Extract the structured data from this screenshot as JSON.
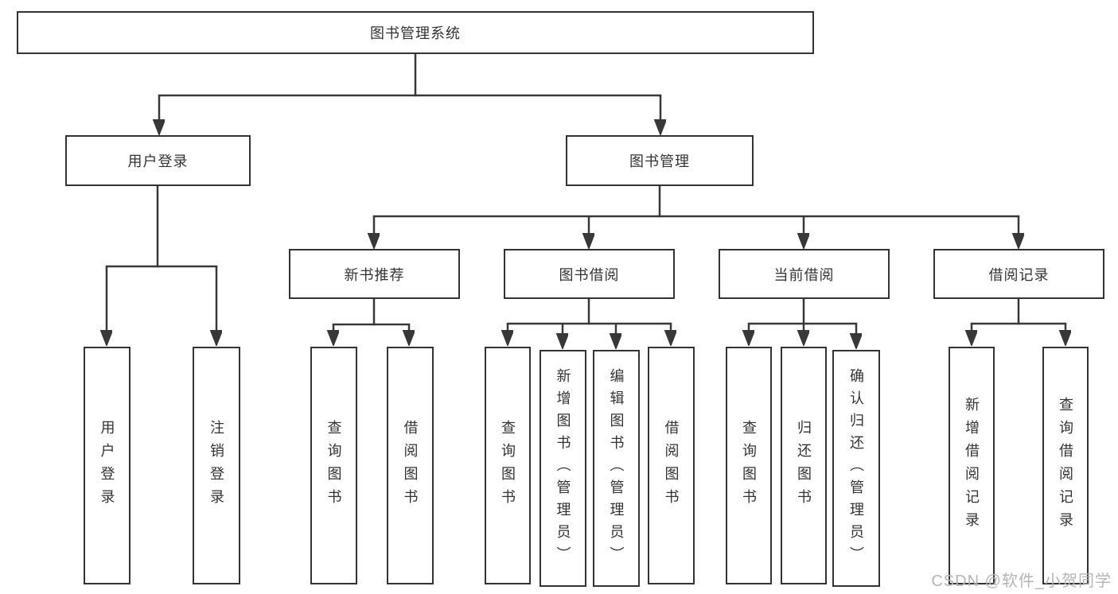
{
  "diagram": {
    "type": "tree",
    "root": {
      "label": "图书管理系统",
      "children": [
        {
          "label": "用户登录",
          "children": [
            {
              "label": "用户登录"
            },
            {
              "label": "注销登录"
            }
          ]
        },
        {
          "label": "图书管理",
          "children": [
            {
              "label": "新书推荐",
              "children": [
                {
                  "label": "查询图书"
                },
                {
                  "label": "借阅图书"
                }
              ]
            },
            {
              "label": "图书借阅",
              "children": [
                {
                  "label": "查询图书"
                },
                {
                  "label": "新增图书（管理员）"
                },
                {
                  "label": "编辑图书（管理员）"
                },
                {
                  "label": "借阅图书"
                }
              ]
            },
            {
              "label": "当前借阅",
              "children": [
                {
                  "label": "查询图书"
                },
                {
                  "label": "归还图书"
                },
                {
                  "label": "确认归还（管理员）"
                }
              ]
            },
            {
              "label": "借阅记录",
              "children": [
                {
                  "label": "新增借阅记录"
                },
                {
                  "label": "查询借阅记录"
                }
              ]
            }
          ]
        }
      ]
    }
  },
  "watermark": {
    "text": "CSDN @软件_小贺同学"
  },
  "colors": {
    "line": "#383838",
    "box_border": "#333333",
    "text": "#333333",
    "background": "#ffffff",
    "watermark": "#b5b5b5"
  }
}
